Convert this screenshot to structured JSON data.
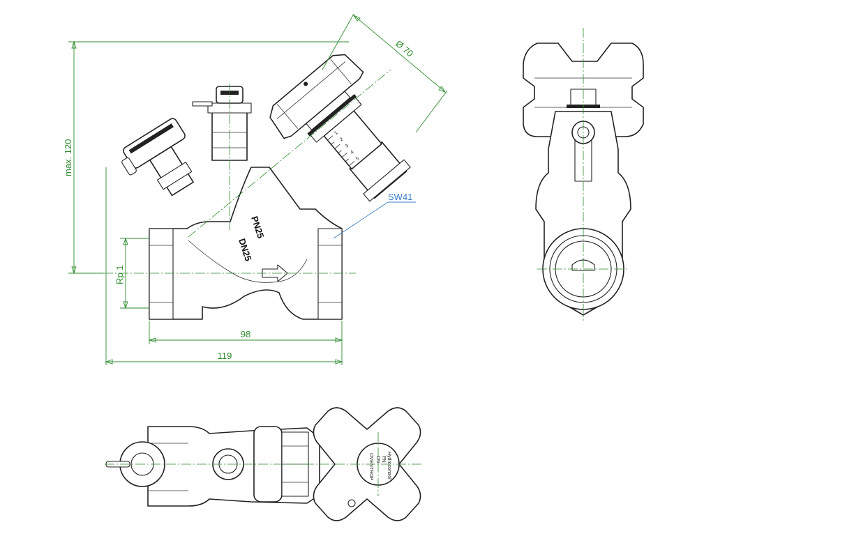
{
  "drawing": {
    "dimensions": {
      "height": "max. 120",
      "handwheel_diameter": "Ø 70",
      "thread": "Rp 1",
      "length_body": "98",
      "length_total": "119"
    },
    "callouts": {
      "wrench_size": "SW41"
    },
    "body_markings": {
      "nominal_diameter": "DN25",
      "pressure_rating": "PN25"
    },
    "handwheel_cap_text": [
      "OVENTROP",
      "DN",
      "PN",
      "Hydrocontrol"
    ],
    "scale_numbers": [
      "1",
      "2",
      "3",
      "4",
      "5"
    ],
    "colors": {
      "outline": "#222222",
      "dimension": "#2e8b2e",
      "leader": "#3a7ec8"
    }
  }
}
